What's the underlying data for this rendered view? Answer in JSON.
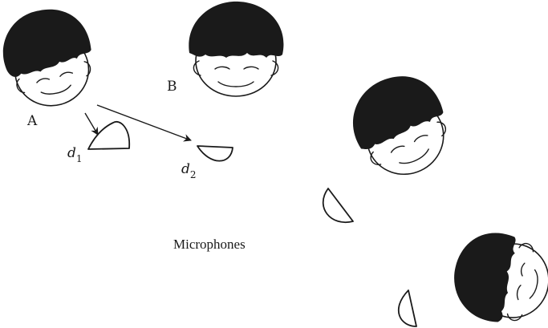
{
  "labels": {
    "speaker_a": "A",
    "speaker_b": "B",
    "distance_1": {
      "base": "d",
      "subscript": "1"
    },
    "distance_2": {
      "base": "d",
      "subscript": "2"
    },
    "microphones_caption": "Microphones"
  },
  "icons": {
    "head": "child-head-top-view-icon",
    "microphone": "microphone-icon",
    "arrow": "arrow-icon"
  },
  "colors": {
    "ink": "#1a1a1a",
    "background": "#ffffff"
  }
}
